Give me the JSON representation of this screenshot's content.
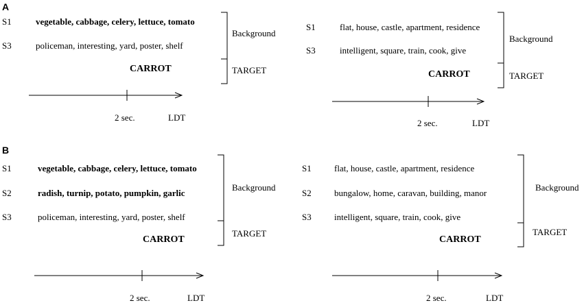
{
  "panel_a": {
    "label": "A",
    "left": {
      "rows": [
        {
          "id": "S1",
          "words": "vegetable, cabbage, celery, lettuce, tomato"
        },
        {
          "id": "S3",
          "words": "policeman,  interesting,  yard, poster, shelf"
        }
      ],
      "target": "CARROT",
      "bracket_background": "Background",
      "bracket_target": "TARGET",
      "tick_label": "2 sec.",
      "end_label": "LDT"
    },
    "right": {
      "rows": [
        {
          "id": "S1",
          "words": "flat,  house,  castle,  apartment,  residence"
        },
        {
          "id": "S3",
          "words": "intelligent,  square,  train,  cook,  give"
        }
      ],
      "target": "CARROT",
      "bracket_background": "Background",
      "bracket_target": "TARGET",
      "tick_label": "2 sec.",
      "end_label": "LDT"
    }
  },
  "panel_b": {
    "label": "B",
    "left": {
      "rows": [
        {
          "id": "S1",
          "words": "vegetable, cabbage, celery, lettuce, tomato"
        },
        {
          "id": "S2",
          "words": "radish,  turnip,  potato, pumpkin,  garlic"
        },
        {
          "id": "S3",
          "words": "policeman,  interesting,  yard, poster, shelf"
        }
      ],
      "target": "CARROT",
      "bracket_background": "Background",
      "bracket_target": "TARGET",
      "tick_label": "2 sec.",
      "end_label": "LDT"
    },
    "right": {
      "rows": [
        {
          "id": "S1",
          "words": "flat,  house,  castle,  apartment,  residence"
        },
        {
          "id": "S2",
          "words": "bungalow,  home,  caravan,  building,  manor"
        },
        {
          "id": "S3",
          "words": "intelligent,  square,  train,  cook,  give"
        }
      ],
      "target": "CARROT",
      "bracket_background": "Background",
      "bracket_target": "TARGET",
      "tick_label": "2 sec.",
      "end_label": "LDT"
    }
  }
}
